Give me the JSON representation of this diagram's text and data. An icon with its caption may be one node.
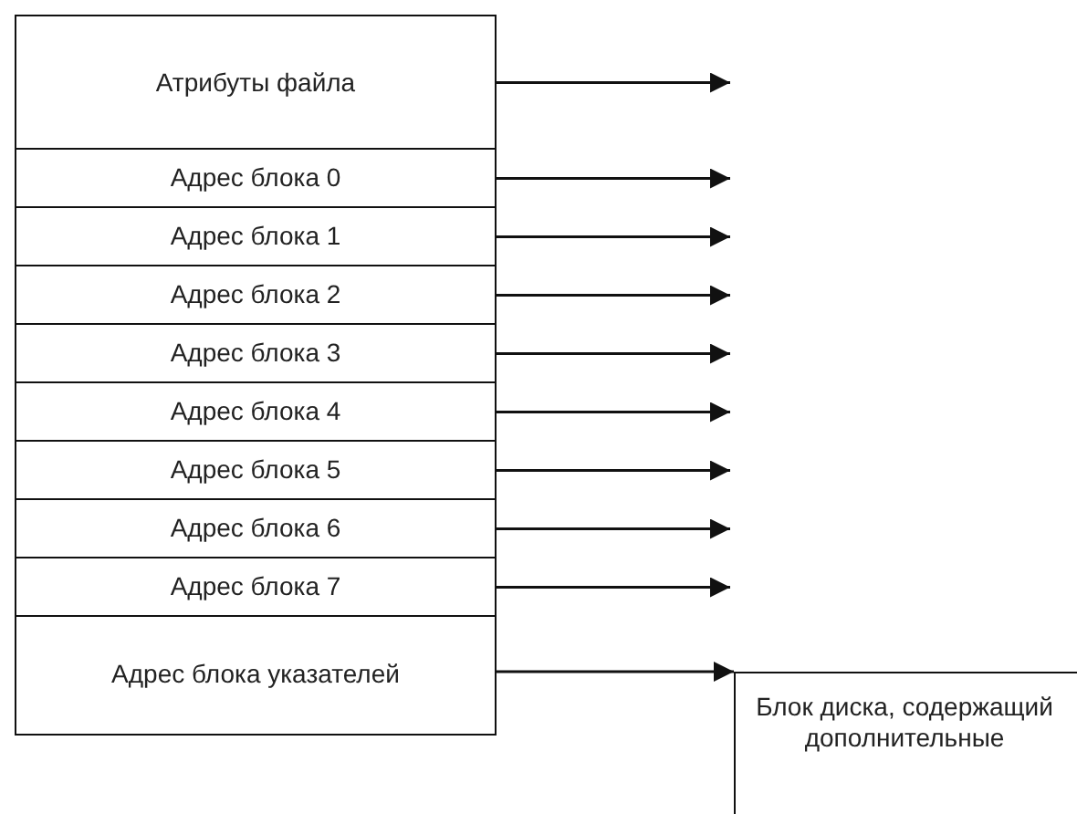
{
  "diagram": {
    "nodes": [
      {
        "text": [
          "Атрибуты файла"
        ]
      },
      {
        "text": [
          "Адрес блока 0"
        ]
      },
      {
        "text": [
          "Адрес блока 1"
        ]
      },
      {
        "text": [
          "Адрес блока 2"
        ]
      },
      {
        "text": [
          "Адрес блока 3"
        ]
      },
      {
        "text": [
          "Адрес блока 4"
        ]
      },
      {
        "text": [
          "Адрес блока 5"
        ]
      },
      {
        "text": [
          "Адрес блока 6"
        ]
      },
      {
        "text": [
          "Адрес блока 7"
        ]
      },
      {
        "text": [
          "Адрес блока указателей"
        ]
      },
      {
        "text": [
          "Блок диска, содержащий дополнительные"
        ]
      }
    ],
    "edges": [
      {
        "from": 0,
        "to": null,
        "arrow": "to"
      },
      {
        "from": 1,
        "to": null,
        "arrow": "to"
      },
      {
        "from": 2,
        "to": null,
        "arrow": "to"
      },
      {
        "from": 3,
        "to": null,
        "arrow": "to"
      },
      {
        "from": 4,
        "to": null,
        "arrow": "to"
      },
      {
        "from": 5,
        "to": null,
        "arrow": "to"
      },
      {
        "from": 6,
        "to": null,
        "arrow": "to"
      },
      {
        "from": 7,
        "to": null,
        "arrow": "to"
      },
      {
        "from": 8,
        "to": null,
        "arrow": "to"
      },
      {
        "from": 9,
        "to": 10,
        "arrow": "to"
      }
    ]
  }
}
